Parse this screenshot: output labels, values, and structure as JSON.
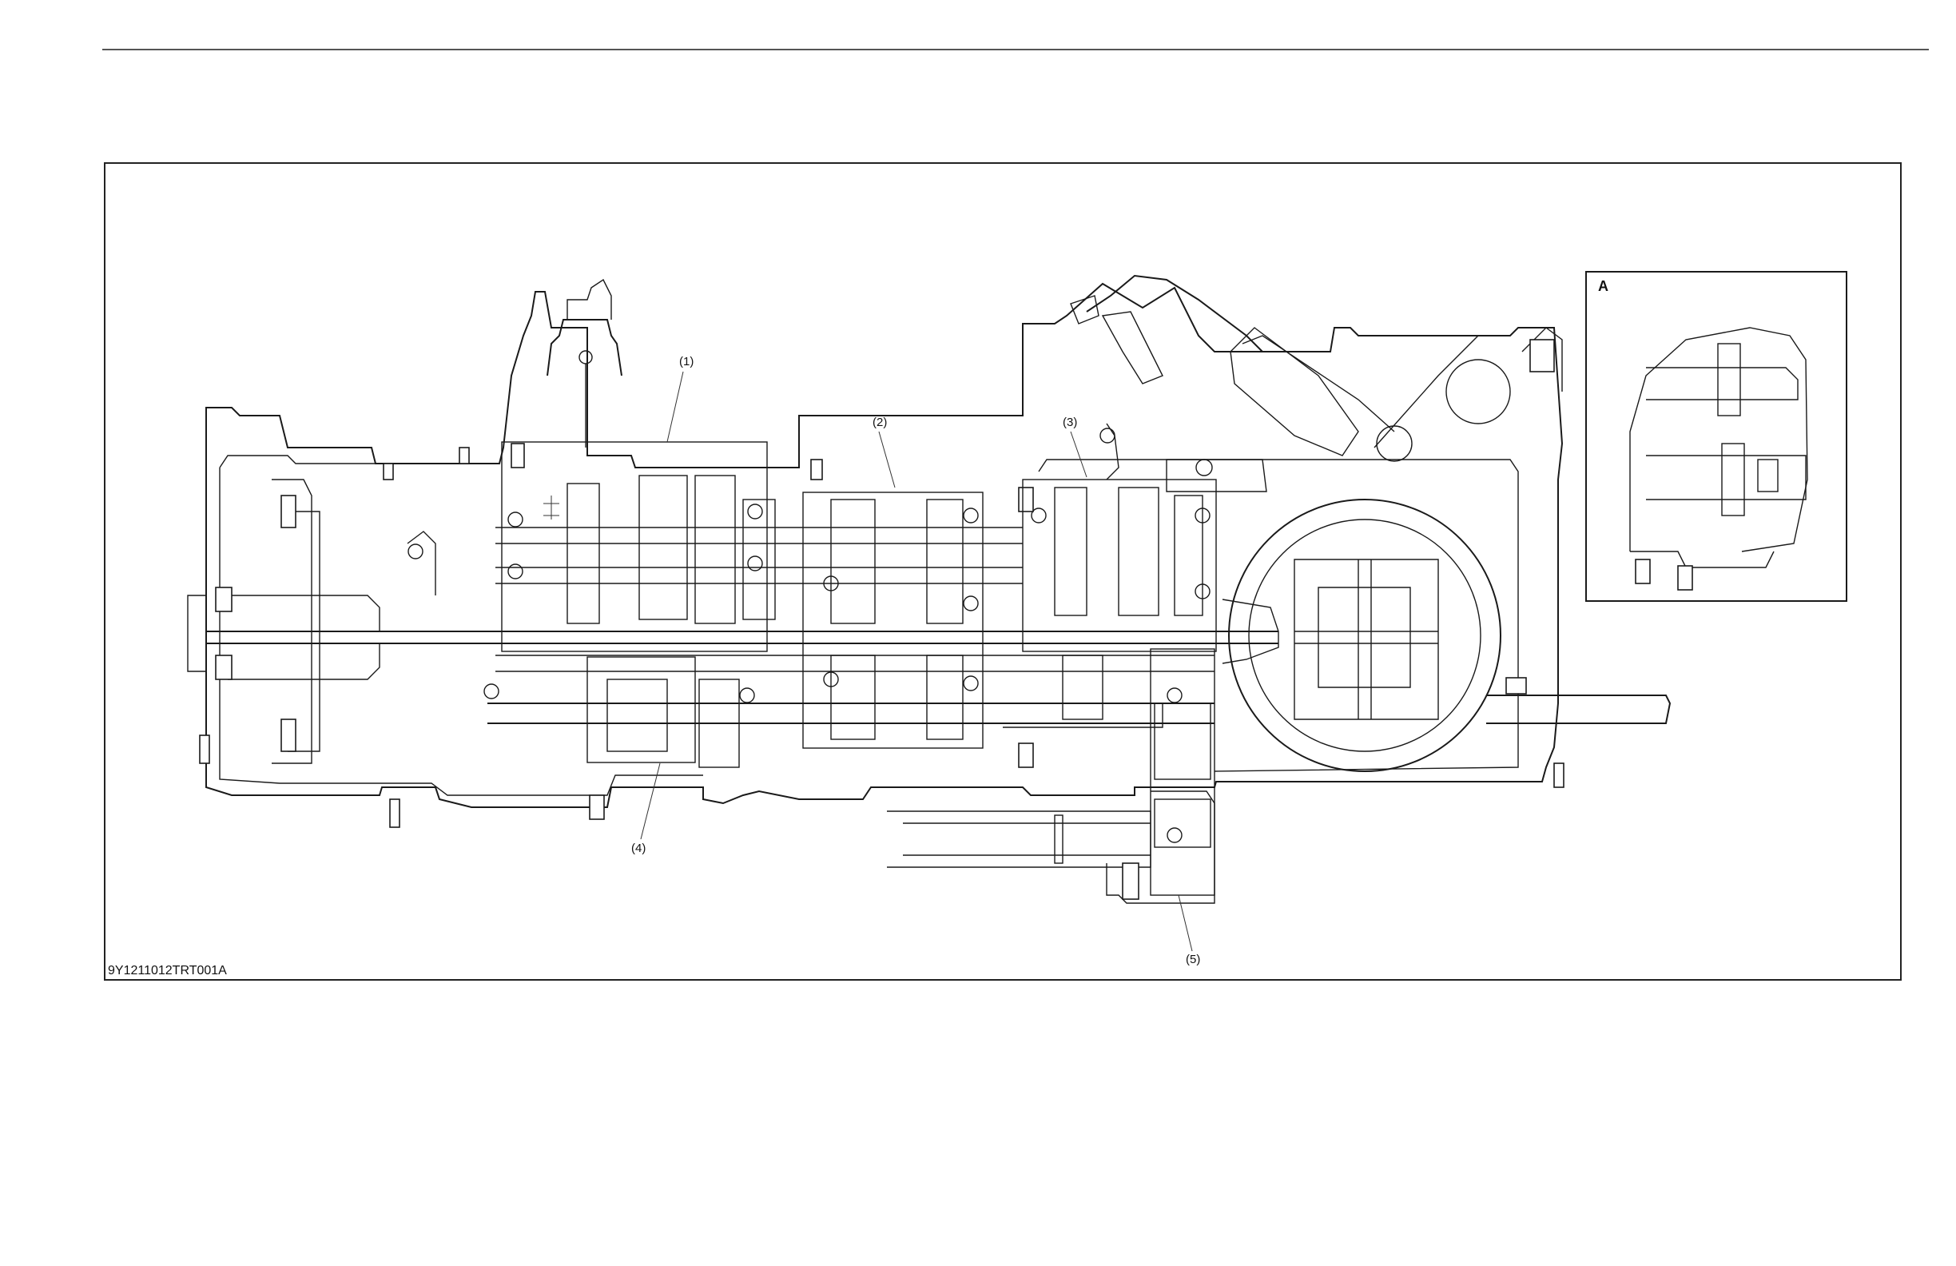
{
  "figure": {
    "code": "9Y1211012TRT001A",
    "inset_label": "A",
    "callouts": [
      "(1)",
      "(2)",
      "(3)",
      "(4)",
      "(5)"
    ]
  }
}
